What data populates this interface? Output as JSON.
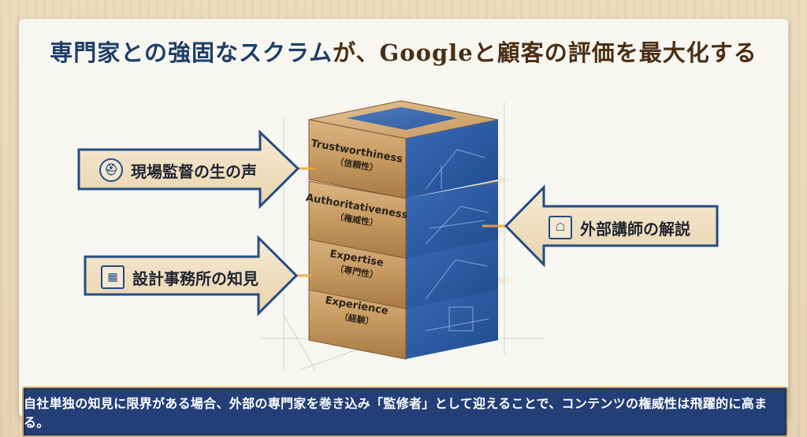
{
  "title": {
    "part1": "専門家との強固なスクラム",
    "part2": "が、Googleと顧客の評価を最大化する"
  },
  "blocks": [
    {
      "name": "Trustworthiness",
      "jp": "（信頼性）"
    },
    {
      "name": "Authoritativeness",
      "jp": "（権威性）"
    },
    {
      "name": "Expertise",
      "jp": "（専門性）"
    },
    {
      "name": "Experience",
      "jp": "（経験）"
    }
  ],
  "inputs": {
    "left_top": {
      "label": "現場監督の生の声",
      "icon": "hard-hat-icon"
    },
    "left_bottom": {
      "label": "設計事務所の知見",
      "icon": "blueprint-icon"
    },
    "right": {
      "label": "外部講師の解説",
      "icon": "presenter-icon"
    }
  },
  "footer": {
    "text": "自社単独の知見に限界がある場合、外部の専門家を巻き込み「監修者」として迎えることで、コンテンツの権威性は飛躍的に高まる。"
  },
  "colors": {
    "title_blue": "#1f3e66",
    "title_brown": "#4a2e14",
    "arrow_blue": "#234c83",
    "wood": "#c99d67",
    "blueprint": "#2f5ea8",
    "footer_bg": "#243f77",
    "glow": "#f4a23a"
  }
}
